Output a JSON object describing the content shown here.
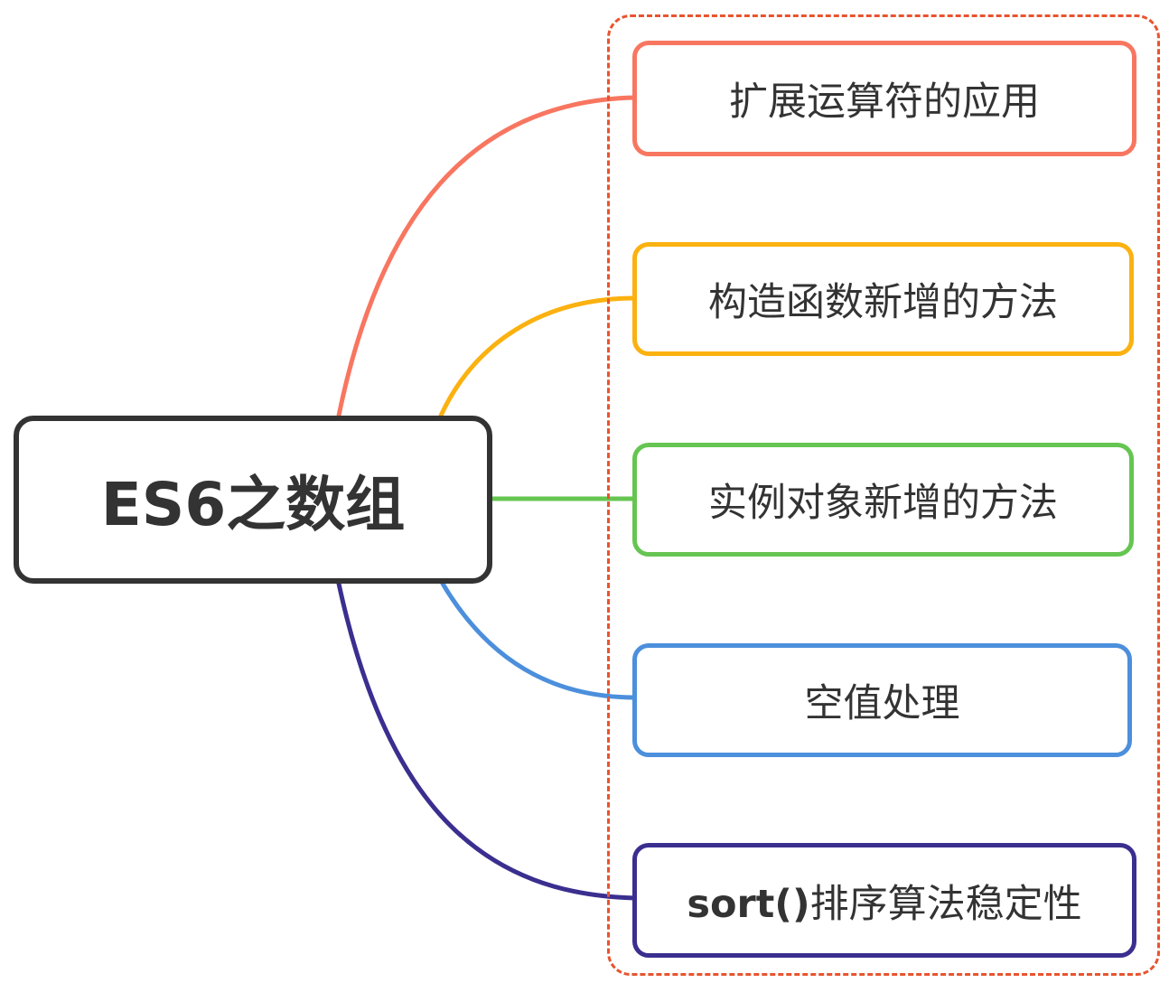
{
  "root": {
    "label": "ES6之数组",
    "color": "#333333"
  },
  "group_frame_color": "#e8542f",
  "branches": [
    {
      "label": "扩展运算符的应用",
      "color": "#f87660"
    },
    {
      "label": "构造函数新增的方法",
      "color": "#fbb110"
    },
    {
      "label": "实例对象新增的方法",
      "color": "#66c552"
    },
    {
      "label": "空值处理",
      "color": "#4c8fdc"
    },
    {
      "label_prefix": "sort()",
      "label": "排序算法稳定性",
      "color": "#3a2f8f"
    }
  ]
}
